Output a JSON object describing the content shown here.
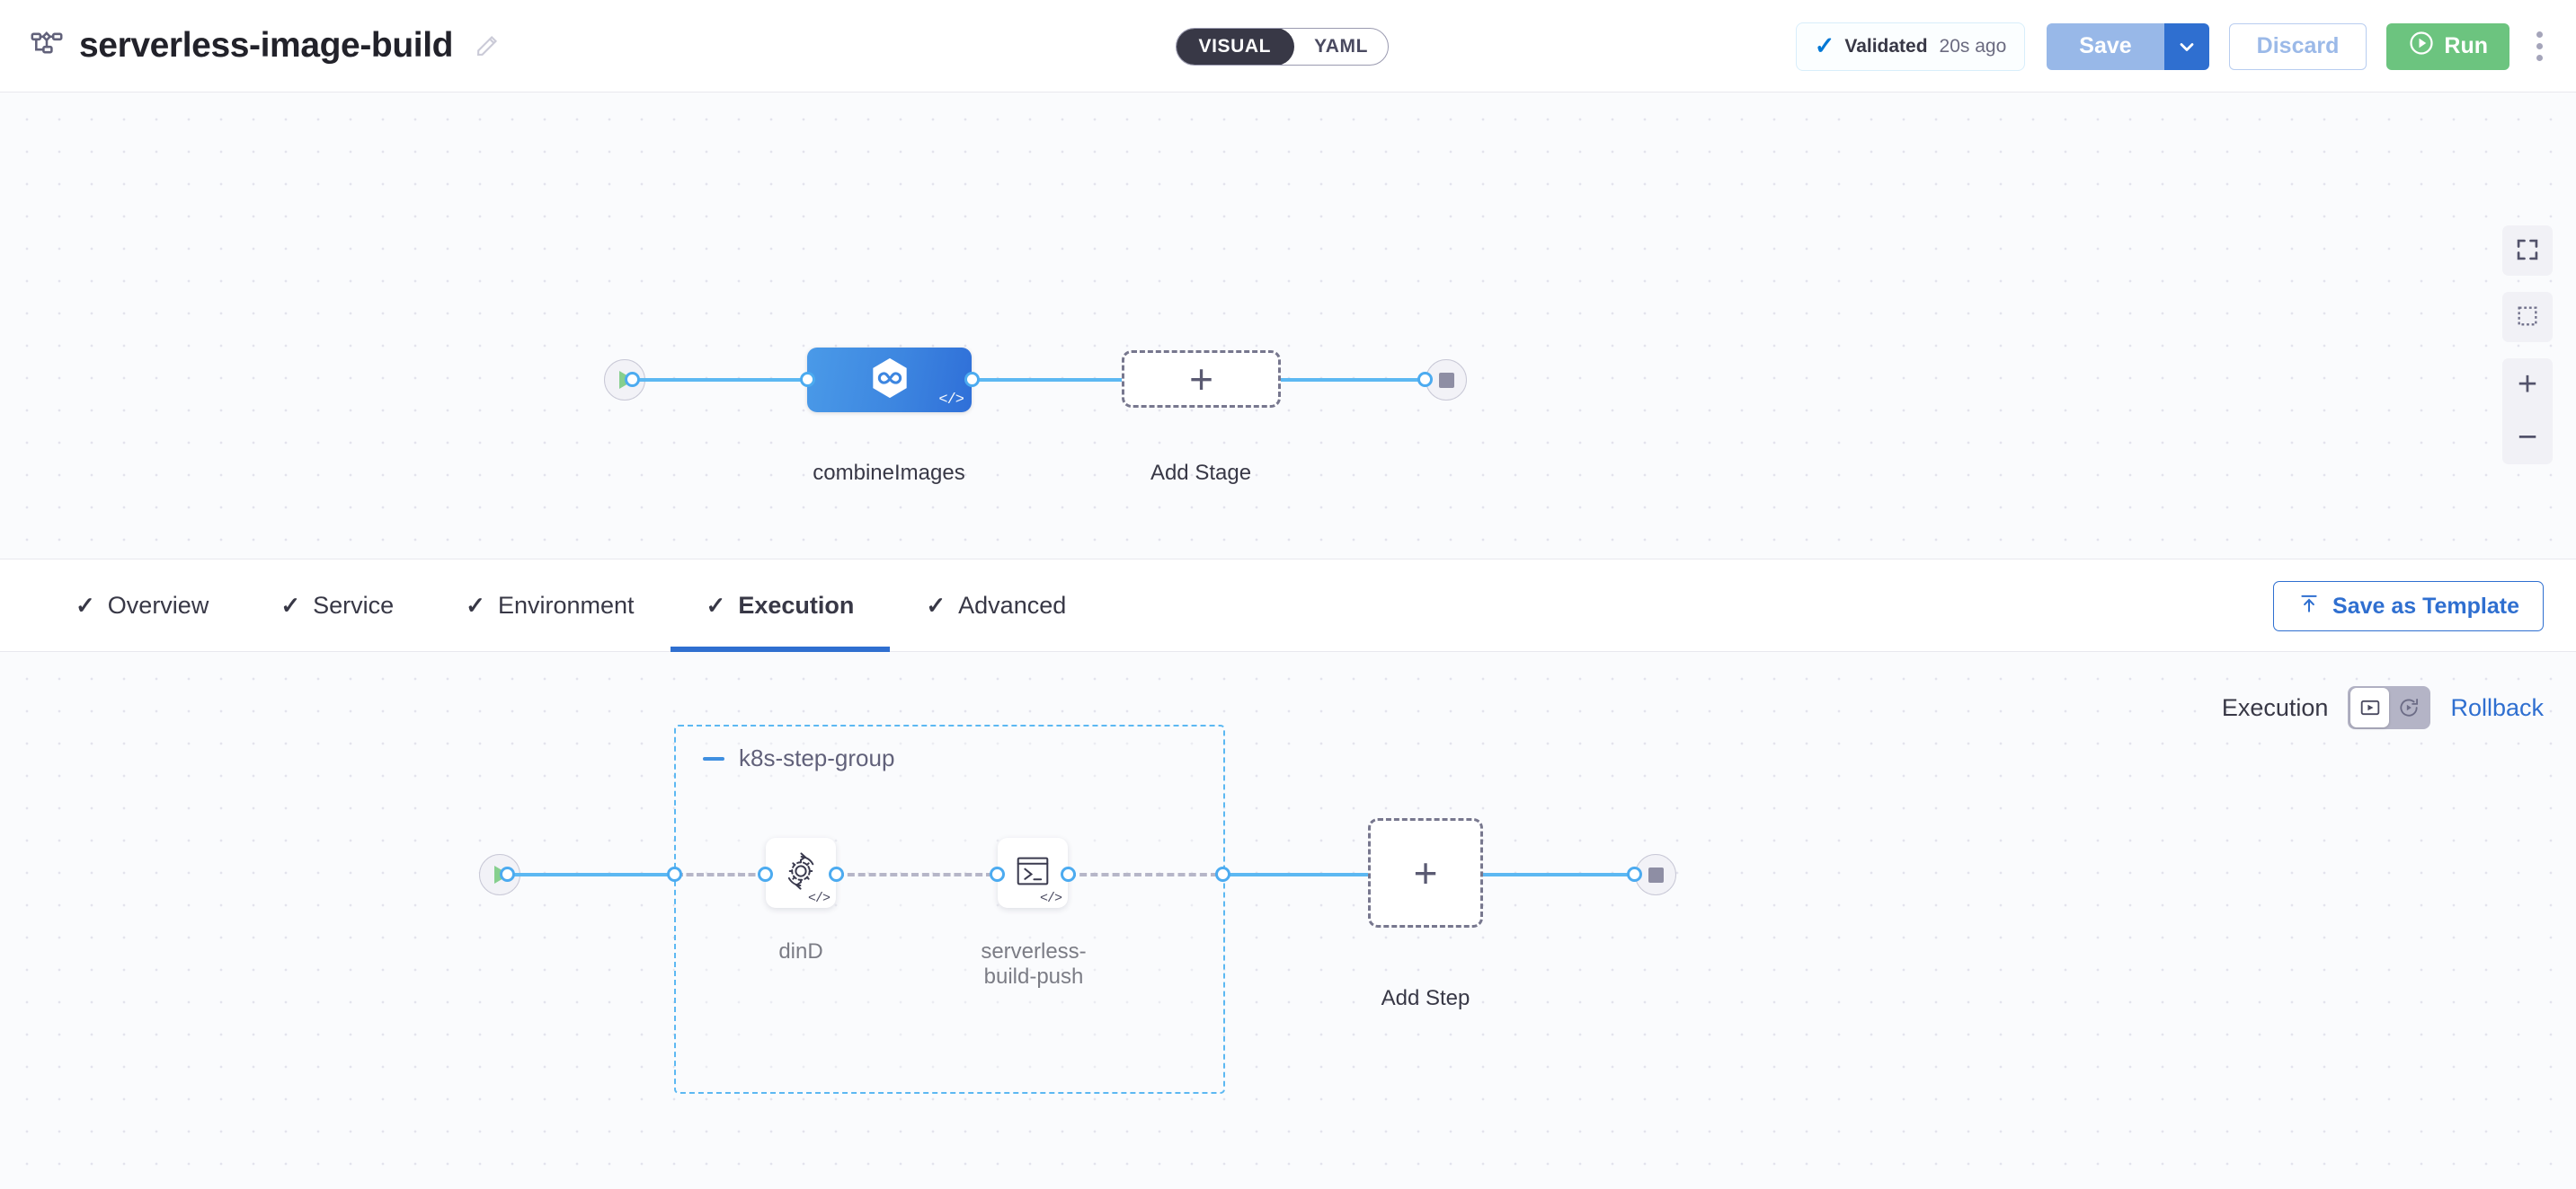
{
  "header": {
    "pipeline_icon": "pipeline-icon",
    "title": "serverless-image-build",
    "edit_icon": "edit-pencil-icon",
    "view_toggle": {
      "options": [
        "VISUAL",
        "YAML"
      ],
      "selected": "VISUAL"
    },
    "validated": {
      "check_icon": "check-icon",
      "label": "Validated",
      "timestamp": "20s ago"
    },
    "save_label": "Save",
    "save_caret_icon": "chevron-down-icon",
    "discard_label": "Discard",
    "run_label": "Run",
    "run_icon": "play-circle-icon",
    "more_icon": "kebab-menu-icon"
  },
  "stage_canvas": {
    "start_icon": "play-icon",
    "end_icon": "stop-icon",
    "nodes": [
      {
        "id": "combineImages",
        "label": "combineImages",
        "icon": "harness-infinity-hexagon-icon",
        "badge": "</>",
        "type": "stage"
      }
    ],
    "add_stage": {
      "label": "Add Stage",
      "icon": "plus-icon"
    },
    "controls": [
      {
        "name": "fit-to-screen",
        "icon": "fullscreen-icon"
      },
      {
        "name": "selection-box",
        "icon": "marquee-select-icon"
      },
      {
        "name": "zoom-in",
        "icon": "plus-icon",
        "glyph": "+"
      },
      {
        "name": "zoom-out",
        "icon": "minus-icon",
        "glyph": "−"
      }
    ]
  },
  "tabbar": {
    "tabs": [
      {
        "label": "Overview",
        "check": "✓",
        "active": false
      },
      {
        "label": "Service",
        "check": "✓",
        "active": false
      },
      {
        "label": "Environment",
        "check": "✓",
        "active": false
      },
      {
        "label": "Execution",
        "check": "✓",
        "active": true
      },
      {
        "label": "Advanced",
        "check": "✓",
        "active": false
      }
    ],
    "save_as_template": {
      "label": "Save as Template",
      "icon": "upload-template-icon"
    }
  },
  "exec_canvas": {
    "mode_toggle": {
      "left_label": "Execution",
      "right_label": "Rollback",
      "selected": "Execution",
      "left_icon": "execution-play-box-icon",
      "right_icon": "rollback-rotate-icon"
    },
    "start_icon": "play-icon",
    "end_icon": "stop-icon",
    "step_group": {
      "title": "k8s-step-group",
      "collapse_icon": "minus-collapse-icon",
      "steps": [
        {
          "id": "dinD",
          "label": "dinD",
          "icon": "gear-rotate-icon",
          "badge": "</>"
        },
        {
          "id": "serverless-build-push",
          "label": "serverless-\nbuild-push",
          "label_line1": "serverless-",
          "label_line2": "build-push",
          "icon": "terminal-icon",
          "badge": "</>"
        }
      ]
    },
    "add_step": {
      "label": "Add Step",
      "icon": "plus-icon"
    }
  },
  "colors": {
    "accent_blue": "#2f6fd0",
    "edge_blue": "#5cb8f2",
    "stage_blue": "#3d86e0",
    "run_green": "#6cc47f",
    "dark": "#383846",
    "canvas_bg": "#fafbfd"
  }
}
